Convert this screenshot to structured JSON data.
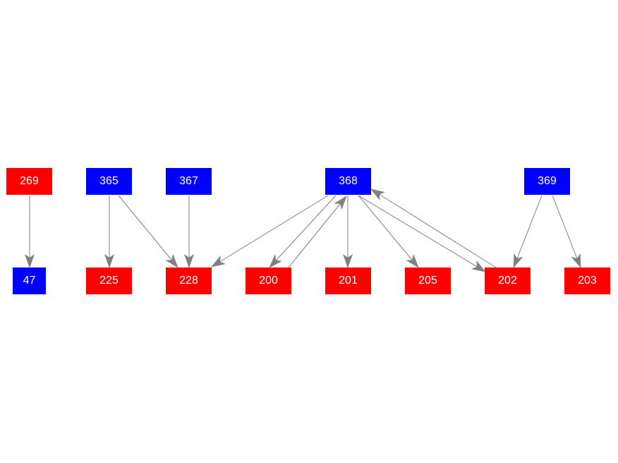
{
  "colors": {
    "blue": "#0000ff",
    "red": "#ff0000",
    "edge": "#808080",
    "label": "#ffffff"
  },
  "nodes": [
    {
      "id": "269",
      "label": "269",
      "color": "#ff0000"
    },
    {
      "id": "365",
      "label": "365",
      "color": "#0000ff"
    },
    {
      "id": "367",
      "label": "367",
      "color": "#0000ff"
    },
    {
      "id": "368",
      "label": "368",
      "color": "#0000ff"
    },
    {
      "id": "369",
      "label": "369",
      "color": "#0000ff"
    },
    {
      "id": "47",
      "label": "47",
      "color": "#0000ff"
    },
    {
      "id": "225",
      "label": "225",
      "color": "#ff0000"
    },
    {
      "id": "228",
      "label": "228",
      "color": "#ff0000"
    },
    {
      "id": "200",
      "label": "200",
      "color": "#ff0000"
    },
    {
      "id": "201",
      "label": "201",
      "color": "#ff0000"
    },
    {
      "id": "205",
      "label": "205",
      "color": "#ff0000"
    },
    {
      "id": "202",
      "label": "202",
      "color": "#ff0000"
    },
    {
      "id": "203",
      "label": "203",
      "color": "#ff0000"
    }
  ],
  "edges": [
    {
      "from": "269",
      "to": "47"
    },
    {
      "from": "365",
      "to": "225"
    },
    {
      "from": "365",
      "to": "228"
    },
    {
      "from": "367",
      "to": "228"
    },
    {
      "from": "368",
      "to": "228"
    },
    {
      "from": "368",
      "to": "200"
    },
    {
      "from": "200",
      "to": "368"
    },
    {
      "from": "368",
      "to": "201"
    },
    {
      "from": "368",
      "to": "205"
    },
    {
      "from": "368",
      "to": "202"
    },
    {
      "from": "202",
      "to": "368"
    },
    {
      "from": "369",
      "to": "202"
    },
    {
      "from": "369",
      "to": "203"
    }
  ]
}
